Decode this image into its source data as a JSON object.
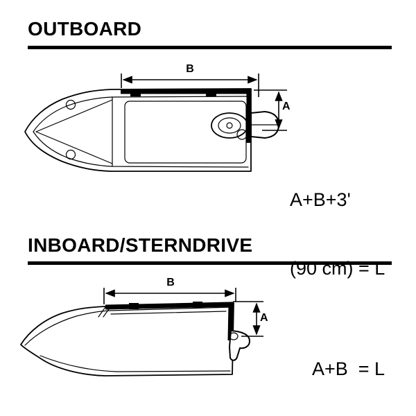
{
  "page": {
    "background": "#ffffff",
    "line_color": "#000000"
  },
  "outboard": {
    "title": "OUTBOARD",
    "dim_b_label": "B",
    "dim_a_label": "A",
    "formula_line1": "A+B+3'",
    "formula_line2": "(90 cm) = L"
  },
  "inboard": {
    "title": "INBOARD/STERNDRIVE",
    "dim_b_label": "B",
    "dim_a_label": "A",
    "formula": "A+B  = L"
  }
}
